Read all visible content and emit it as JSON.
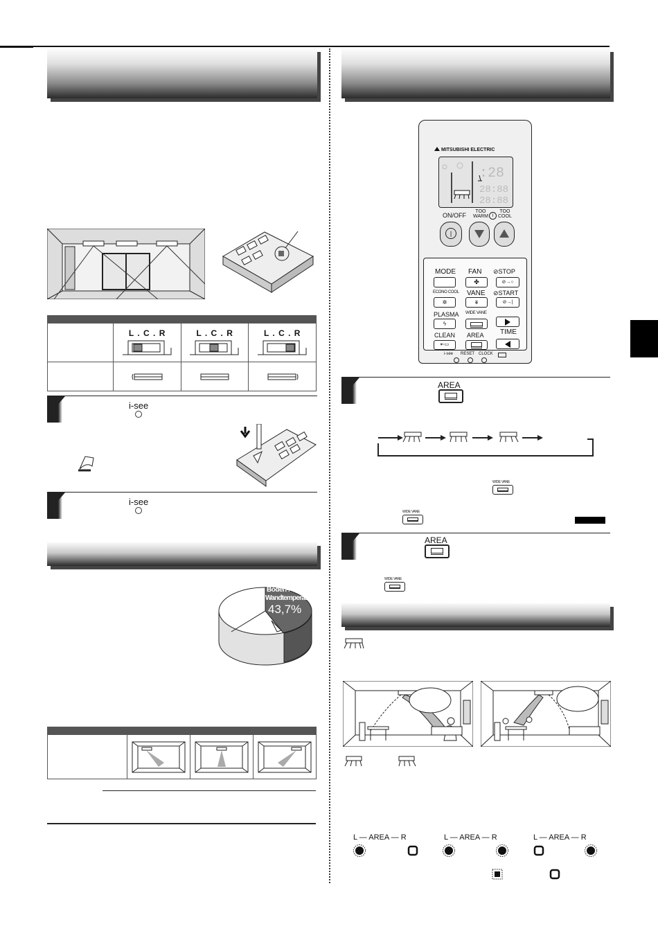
{
  "left": {
    "table1": {
      "lcr_labels": [
        "L . C . R",
        "L . C . R",
        "L . C . R"
      ]
    },
    "step1": {
      "isee_label": "i-see"
    },
    "step2": {
      "isee_label": "i-see"
    },
    "pie": {
      "label_line1": "Boden-/",
      "label_line2": "Wandtemperatur",
      "percent": "43,7%",
      "slice_value": 43.7
    }
  },
  "remote": {
    "brand": "MITSUBISHI ELECTRIC",
    "on_off": "ON/OFF",
    "too_warm": "TOO\nWARM",
    "too_cool": "TOO\nCOOL",
    "buttons": {
      "mode": "MODE",
      "fan": "FAN",
      "stop": "STOP",
      "econo_cool": "ECONO COOL",
      "vane": "VANE",
      "start": "START",
      "plasma": "PLASMA",
      "wide_vane": "WIDE VANE",
      "clean": "CLEAN",
      "area": "AREA",
      "time": "TIME"
    },
    "bottom_labels": [
      "i-see",
      "RESET",
      "CLOCK"
    ]
  },
  "right": {
    "step1": {
      "area_label": "AREA",
      "wide_vane_label": "WIDE VANE",
      "wide_vane_label2": "WIDE VANE"
    },
    "step2": {
      "area_label": "AREA",
      "wide_vane_label": "WIDE VANE"
    },
    "lamps": [
      {
        "left": "L",
        "mid": "AREA",
        "right": "R"
      },
      {
        "left": "L",
        "mid": "AREA",
        "right": "R"
      },
      {
        "left": "L",
        "mid": "AREA",
        "right": "R"
      }
    ]
  }
}
